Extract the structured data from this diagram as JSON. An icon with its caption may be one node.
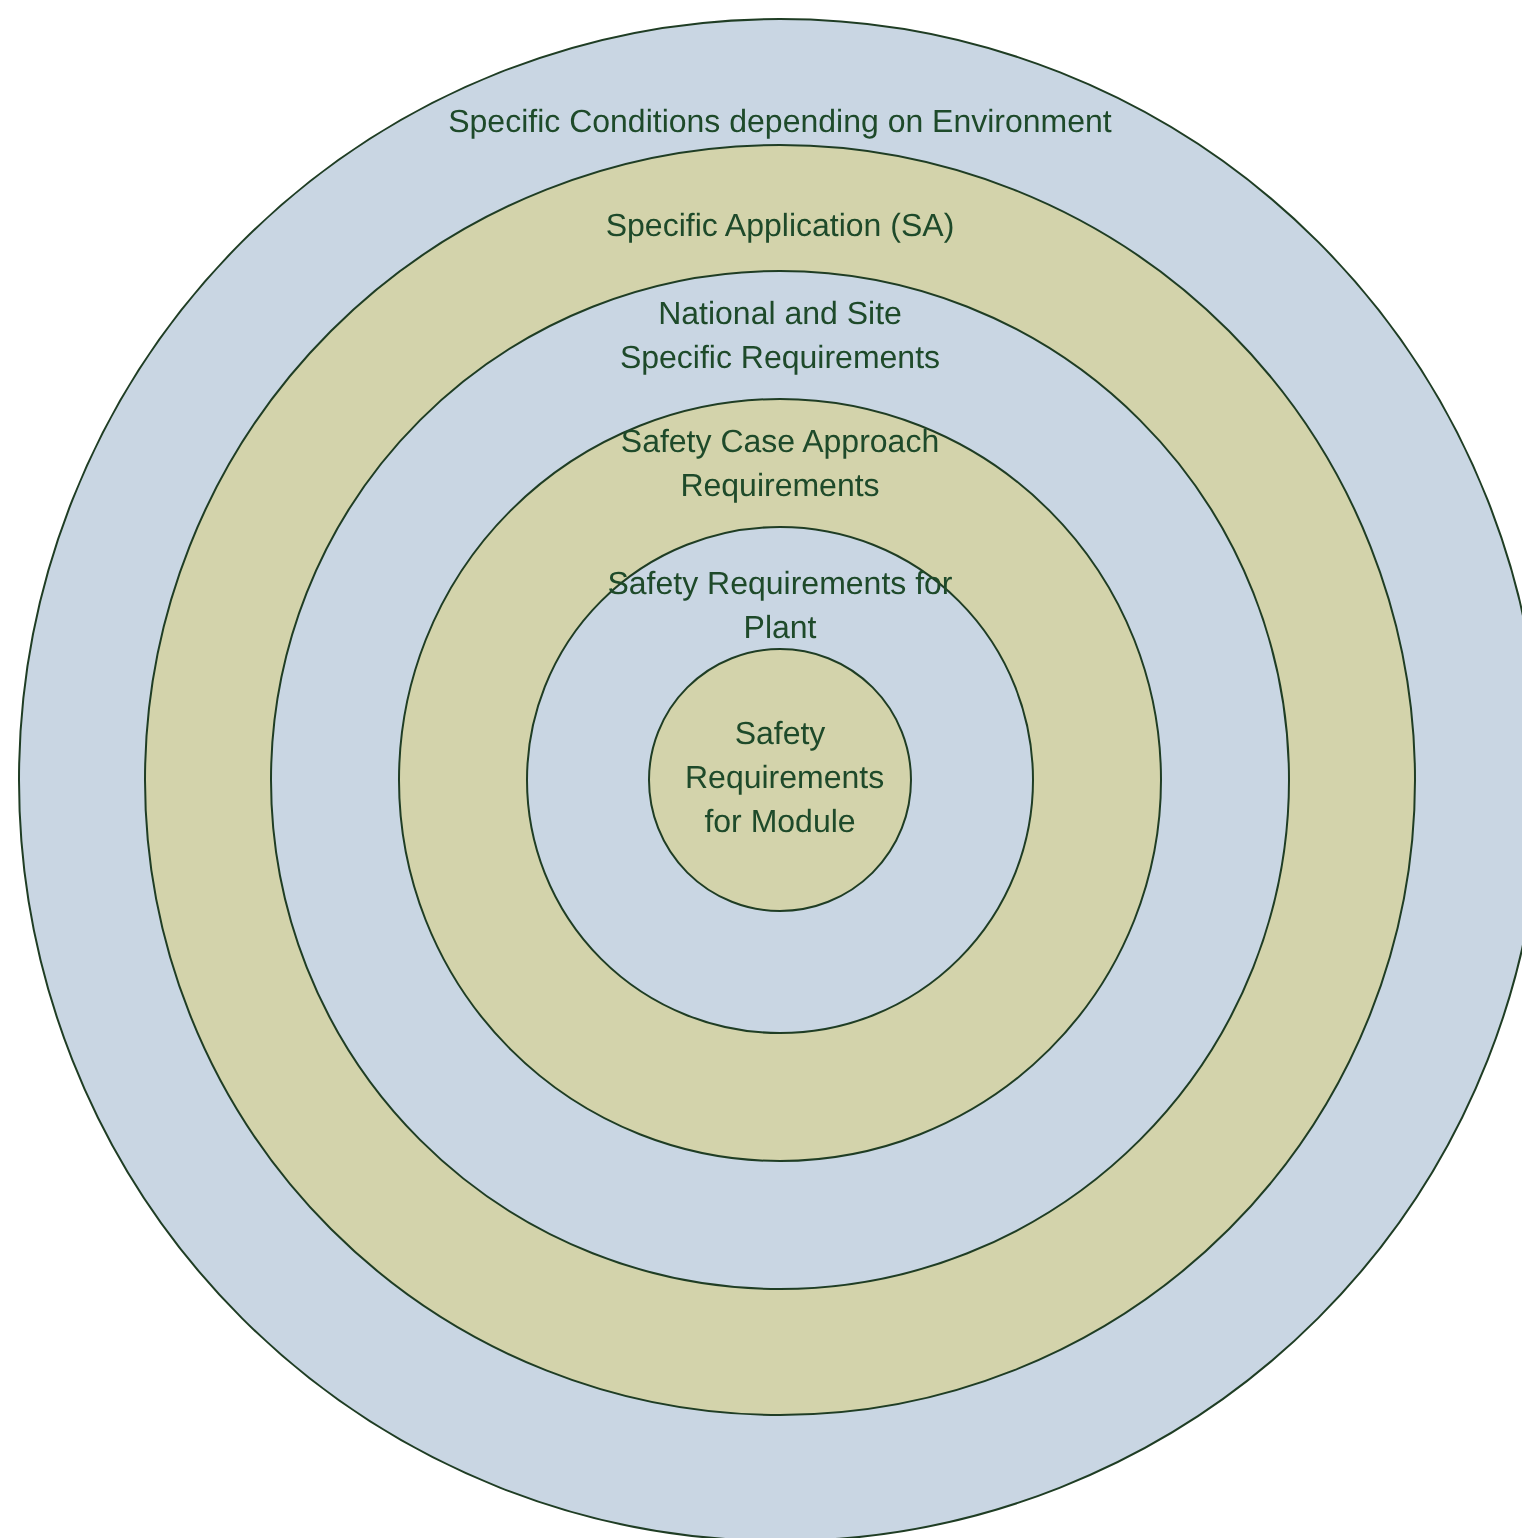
{
  "diagram": {
    "nodes": [
      {
        "text": [
          "Specific Conditions depending on Environment"
        ]
      },
      {
        "text": [
          "Specific Application (SA)"
        ],
        "in": 0
      },
      {
        "text": [
          "National and Site Specific Requirements"
        ],
        "in": 1
      },
      {
        "text": [
          "Safety Case Approach Requirements"
        ],
        "in": 2
      },
      {
        "text": [
          "Safety Requirements for Plant"
        ],
        "in": 3
      },
      {
        "text": [
          "Safety Requirements for Module"
        ],
        "in": 4
      }
    ]
  }
}
